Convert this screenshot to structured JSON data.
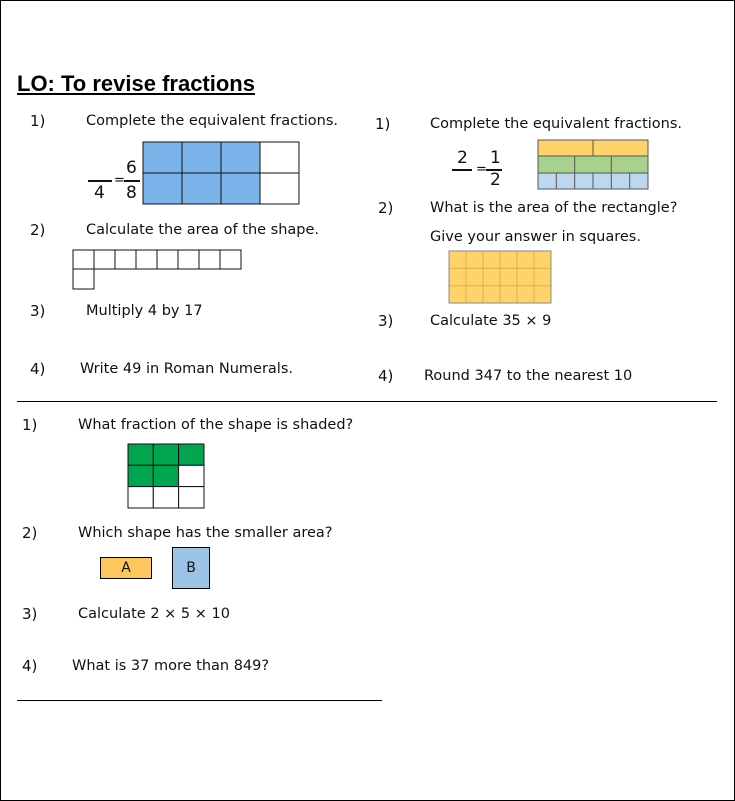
{
  "title": "LO: To revise fractions",
  "left_top": {
    "q1": {
      "num": "1)",
      "text": "Complete the equivalent fractions.",
      "lhs_denominator": "4",
      "rhs_numerator": "6",
      "rhs_denominator": "8",
      "equals": "=",
      "shaded_parts": 3,
      "total_parts": 4
    },
    "q2": {
      "num": "2)",
      "text": "Calculate the area of the shape."
    },
    "q3": {
      "num": "3)",
      "text": "Multiply 4 by 17"
    },
    "q4": {
      "num": "4)",
      "text": "Write 49 in Roman Numerals."
    }
  },
  "right_top": {
    "q1": {
      "num": "1)",
      "text": "Complete the equivalent fractions.",
      "lhs_numerator": "2",
      "rhs_numerator": "1",
      "rhs_denominator": "2",
      "equals": "="
    },
    "q2": {
      "num": "2)",
      "text": "What is the area of the rectangle?",
      "text2": "Give your answer in squares."
    },
    "q3": {
      "num": "3)",
      "text": "Calculate 35 × 9"
    },
    "q4": {
      "num": "4)",
      "text": "Round 347 to the nearest 10"
    }
  },
  "bottom": {
    "q1": {
      "num": "1)",
      "text": "What fraction of the shape is shaded?",
      "shaded_parts": 5,
      "total_parts": 9
    },
    "q2": {
      "num": "2)",
      "text": "Which shape has the smaller area?",
      "shape_a": "A",
      "shape_b": "B"
    },
    "q3": {
      "num": "3)",
      "text": "Calculate 2 × 5 × 10"
    },
    "q4": {
      "num": "4)",
      "text": "What is 37 more than 849?"
    }
  },
  "colors": {
    "blue": "#7ab4ea",
    "yellow": "#fdd36a",
    "green": "#a9d18e",
    "light_blue": "#bdd7ee",
    "dark_green": "#00a550",
    "shape_a": "#fdc75f",
    "shape_b": "#9dc3e6"
  }
}
